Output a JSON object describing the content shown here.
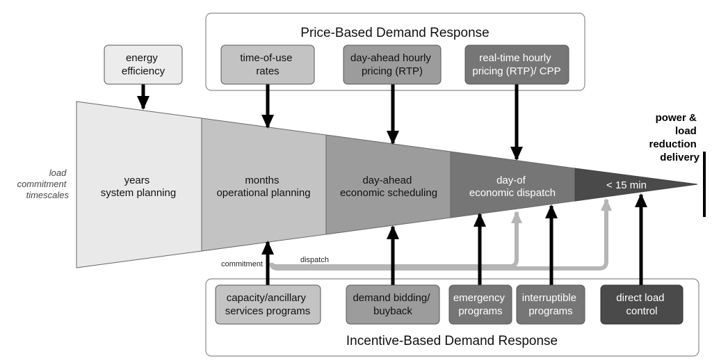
{
  "price_group": {
    "title": "Price-Based Demand Response"
  },
  "incentive_group": {
    "title": "Incentive-Based Demand Response"
  },
  "energy_efficiency": {
    "line1": "energy",
    "line2": "efficiency"
  },
  "price_programs": [
    {
      "line1": "time-of-use",
      "line2": "rates"
    },
    {
      "line1": "day-ahead hourly",
      "line2": "pricing (RTP)"
    },
    {
      "line1": "real-time hourly",
      "line2": "pricing (RTP)/ CPP"
    }
  ],
  "incentive_programs": [
    {
      "line1": "capacity/ancillary",
      "line2": "services programs"
    },
    {
      "line1": "demand bidding/",
      "line2": "buyback"
    },
    {
      "line1": "emergency",
      "line2": "programs"
    },
    {
      "line1": "interruptible",
      "line2": "programs"
    },
    {
      "line1": "direct load",
      "line2": "control"
    }
  ],
  "timescales": [
    {
      "line1": "years",
      "line2": "system planning"
    },
    {
      "line1": "months",
      "line2": "operational planning"
    },
    {
      "line1": "day-ahead",
      "line2": "economic scheduling"
    },
    {
      "line1": "day-of",
      "line2": "economic dispatch"
    },
    {
      "line1": "< 15 min",
      "line2": ""
    }
  ],
  "side_label": {
    "line1": "load",
    "line2": "commitment",
    "line3": "timescales"
  },
  "delivery_label": {
    "line1": "power &",
    "line2": "load",
    "line3": "reduction",
    "line4": "delivery"
  },
  "flow_labels": {
    "commitment": "commitment",
    "dispatch": "dispatch"
  },
  "colors": {
    "seg1": "#e9e9e9",
    "seg2": "#c3c3c3",
    "seg3": "#9c9c9c",
    "seg4": "#767676",
    "seg5": "#4a4a4a",
    "gray_arrow": "#b5b5b5",
    "black_arrow": "#000000"
  }
}
